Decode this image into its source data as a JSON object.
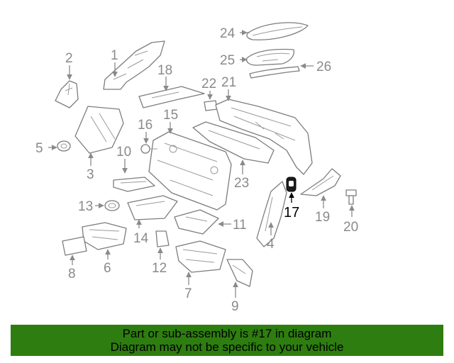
{
  "diagram": {
    "callouts": [
      "1",
      "2",
      "3",
      "4",
      "5",
      "6",
      "7",
      "8",
      "9",
      "10",
      "11",
      "12",
      "13",
      "14",
      "15",
      "16",
      "17",
      "18",
      "19",
      "20",
      "21",
      "22",
      "23",
      "24",
      "25",
      "26"
    ],
    "highlighted_callout": "17",
    "colors": {
      "line": "#7d7d7d",
      "label": "#8a8a8a",
      "highlight": "#000000",
      "banner": "#2e7d10"
    }
  },
  "banner": {
    "line1": "Part or sub-assembly is #17 in diagram",
    "line2": "Diagram may not be specific to your vehicle"
  }
}
